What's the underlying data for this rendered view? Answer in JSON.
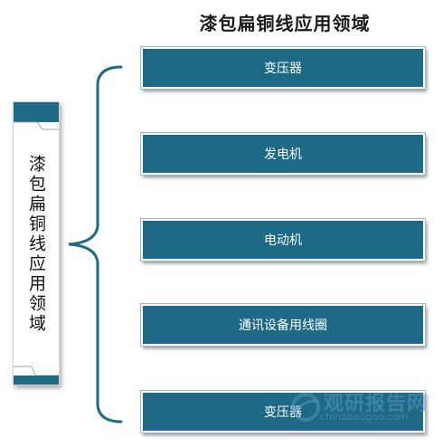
{
  "title": "漆包扁铜线应用领域",
  "side_label": "漆包扁铜线应用领域",
  "items": [
    {
      "label": "变压器"
    },
    {
      "label": "发电机"
    },
    {
      "label": "电动机"
    },
    {
      "label": "通讯设备用线圈"
    },
    {
      "label": "变压器"
    }
  ],
  "watermark": {
    "main": "观研报告网",
    "sub": "chinabaogao.com"
  },
  "colors": {
    "accent": "#1d6a87",
    "bracket": "#1d6a87"
  }
}
